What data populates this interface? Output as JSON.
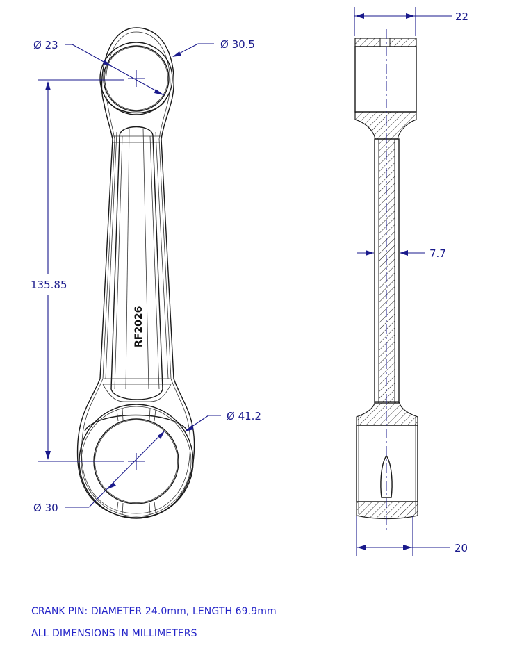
{
  "drawing": {
    "title": "Connecting Rod Technical Drawing",
    "part_number": "RF2026",
    "colors": {
      "line": "#1a1a1a",
      "dimension": "#1a1a8c",
      "note": "#2323c8",
      "background": "#ffffff"
    },
    "front_view": {
      "small_end_bore": "Ø 23",
      "small_end_outer": "Ø 30.5",
      "big_end_bore": "Ø 30",
      "big_end_outer": "Ø 41.2",
      "center_distance": "135.85"
    },
    "side_view": {
      "small_end_width": "22",
      "shank_thickness": "7.7",
      "big_end_width": "20"
    },
    "notes": [
      "CRANK PIN:  DIAMETER 24.0mm, LENGTH 69.9mm",
      "ALL DIMENSIONS IN MILLIMETERS"
    ]
  }
}
